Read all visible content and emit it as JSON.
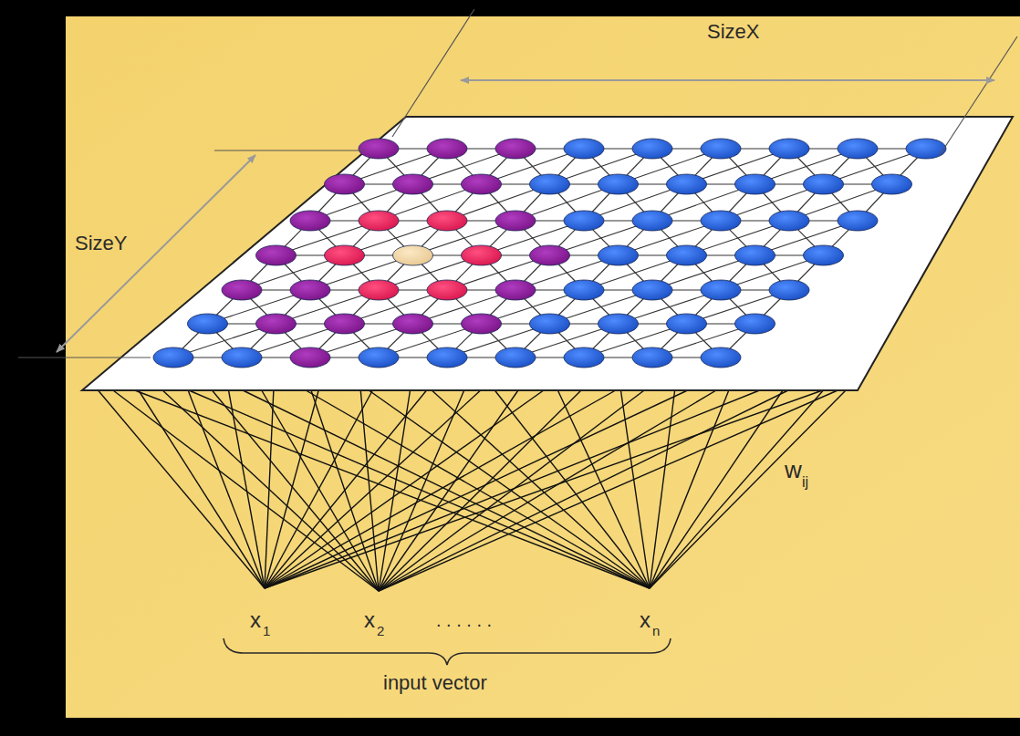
{
  "diagram": {
    "labels": [
      "SizeX",
      "SizeY",
      "w",
      "ij",
      "x",
      "1",
      "x",
      "2",
      ". . . . . .",
      "x",
      "n",
      "input vector"
    ]
  }
}
